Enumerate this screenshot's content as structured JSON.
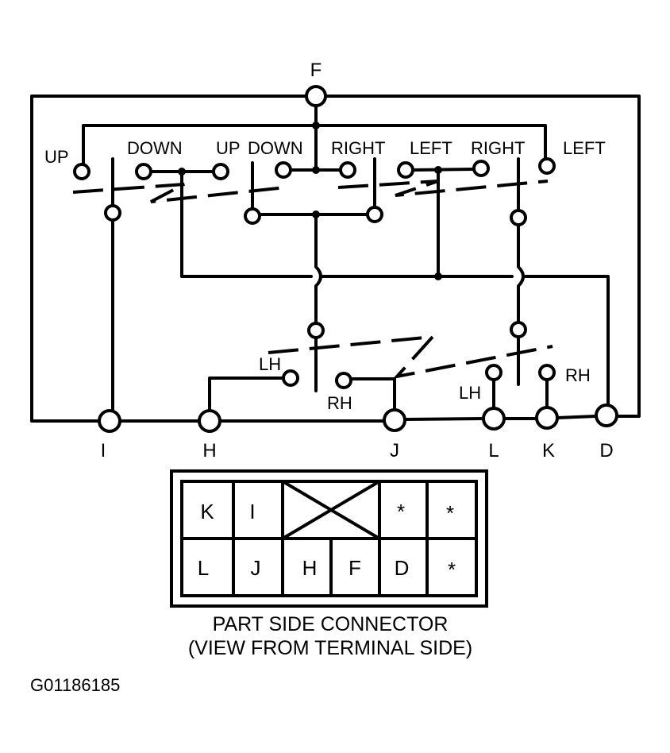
{
  "switch_labels": {
    "up_left": "UP",
    "down_left": "DOWN",
    "up_mid": "UP",
    "down_mid": "DOWN",
    "right_mid": "RIGHT",
    "left_mid": "LEFT",
    "right_right": "RIGHT",
    "left_right": "LEFT"
  },
  "selector_labels": {
    "lh_1": "LH",
    "rh_1": "RH",
    "lh_2": "LH",
    "rh_2": "RH"
  },
  "terminals": {
    "f": "F",
    "i": "I",
    "h": "H",
    "j": "J",
    "l": "L",
    "k": "K",
    "d": "D"
  },
  "connector": {
    "row1": [
      "K",
      "I",
      "",
      "*",
      "*"
    ],
    "row2": [
      "L",
      "J",
      "H",
      "F",
      "D",
      "*"
    ],
    "caption_line1": "PART SIDE CONNECTOR",
    "caption_line2": "(VIEW FROM TERMINAL SIDE)"
  },
  "figure_id": "G01186185"
}
